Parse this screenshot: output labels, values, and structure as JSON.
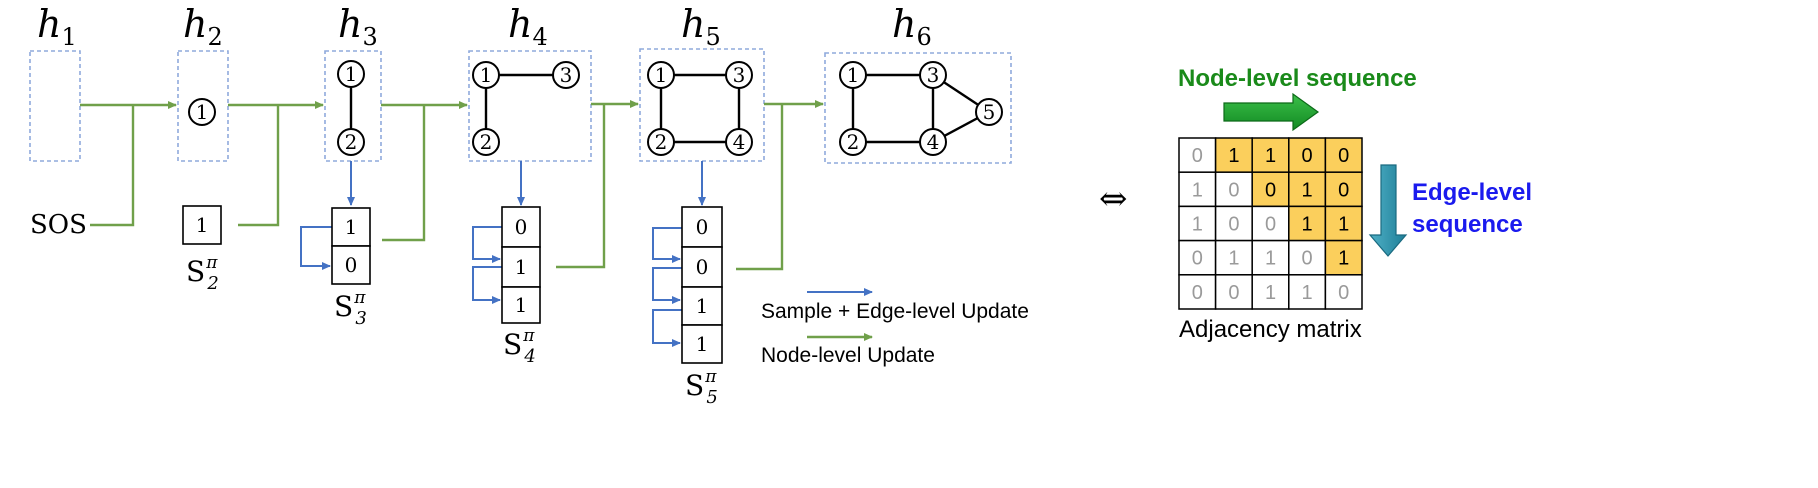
{
  "states": [
    {
      "label": "h",
      "sub": "1"
    },
    {
      "label": "h",
      "sub": "2"
    },
    {
      "label": "h",
      "sub": "3"
    },
    {
      "label": "h",
      "sub": "4"
    },
    {
      "label": "h",
      "sub": "5"
    },
    {
      "label": "h",
      "sub": "6"
    }
  ],
  "graphs": {
    "h2": {
      "nodes": [
        "1"
      ]
    },
    "h3": {
      "nodes": [
        "1",
        "2"
      ],
      "edges": [
        [
          "1",
          "2"
        ]
      ]
    },
    "h4": {
      "nodes": [
        "1",
        "3",
        "2"
      ],
      "edges": [
        [
          "1",
          "3"
        ],
        [
          "1",
          "2"
        ]
      ]
    },
    "h5": {
      "nodes": [
        "1",
        "3",
        "2",
        "4"
      ],
      "edges": [
        [
          "1",
          "3"
        ],
        [
          "1",
          "2"
        ],
        [
          "3",
          "4"
        ],
        [
          "2",
          "4"
        ]
      ]
    },
    "h6": {
      "nodes": [
        "1",
        "3",
        "2",
        "4",
        "5"
      ],
      "edges": [
        [
          "1",
          "3"
        ],
        [
          "1",
          "2"
        ],
        [
          "3",
          "4"
        ],
        [
          "2",
          "4"
        ],
        [
          "3",
          "5"
        ],
        [
          "4",
          "5"
        ]
      ]
    }
  },
  "sos_label": "SOS",
  "sequences": [
    {
      "label": "S",
      "sub": "2",
      "sup": "π",
      "values": [
        "1"
      ]
    },
    {
      "label": "S",
      "sub": "3",
      "sup": "π",
      "values": [
        "1",
        "0"
      ]
    },
    {
      "label": "S",
      "sub": "4",
      "sup": "π",
      "values": [
        "0",
        "1",
        "1"
      ]
    },
    {
      "label": "S",
      "sub": "5",
      "sup": "π",
      "values": [
        "0",
        "0",
        "1",
        "1"
      ]
    }
  ],
  "legend": {
    "edge_update": "Sample + Edge-level Update",
    "node_update": "Node-level Update"
  },
  "equivalence_symbol": "⇔",
  "matrix_panel": {
    "node_seq_label": "Node-level sequence",
    "edge_seq_label_line1": "Edge-level",
    "edge_seq_label_line2": "sequence",
    "caption": "Adjacency matrix",
    "rows": [
      [
        "0",
        "1",
        "1",
        "0",
        "0"
      ],
      [
        "1",
        "0",
        "0",
        "1",
        "0"
      ],
      [
        "1",
        "0",
        "0",
        "1",
        "1"
      ],
      [
        "0",
        "1",
        "1",
        "0",
        "1"
      ],
      [
        "0",
        "0",
        "1",
        "1",
        "0"
      ]
    ],
    "highlight_color": "#fbcf5c",
    "node_seq_color": "#1a8a1a",
    "edge_seq_color": "#1a1aee",
    "muted_text_color": "#9a9a9a"
  },
  "colors": {
    "node_update": "#70a04a",
    "edge_update": "#4472c4",
    "state_border": "#8faadc"
  }
}
